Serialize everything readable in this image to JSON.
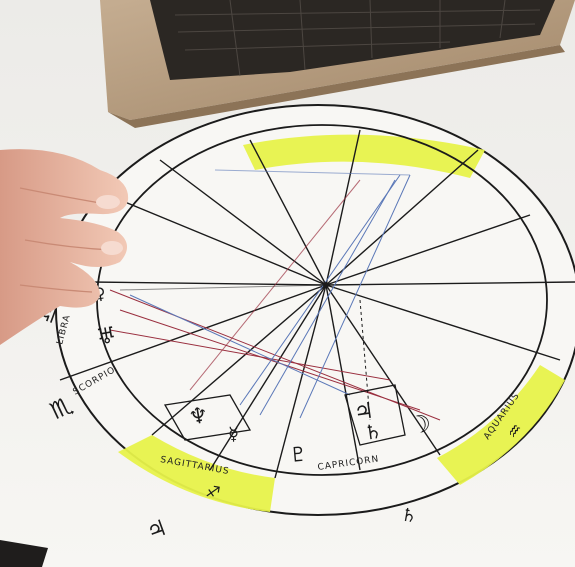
{
  "photo": {
    "sign_labels": {
      "libra": "LIBRA",
      "scorpio": "SCORPIO",
      "sagittarius": "SAGITTARIUS",
      "capricorn": "CAPRICORN",
      "aquarius": "AQUARIUS"
    },
    "sign_glyphs": {
      "libra": "♎",
      "scorpio": "♏",
      "sagittarius": "♐",
      "aquarius": "♒"
    },
    "planet_glyphs": {
      "uranus": "♅",
      "venus": "♀",
      "mercury": "☿",
      "jupiter": "♃",
      "neptune": "♆",
      "saturn": "♄",
      "pluto": "♇",
      "moon": "☽"
    },
    "colors": {
      "highlighter": "#e7f24a",
      "ink": "#1b1b1b",
      "red_ink": "#9a2f3f",
      "blue_ink": "#5b78b8",
      "paper": "#f7f6f3"
    }
  }
}
